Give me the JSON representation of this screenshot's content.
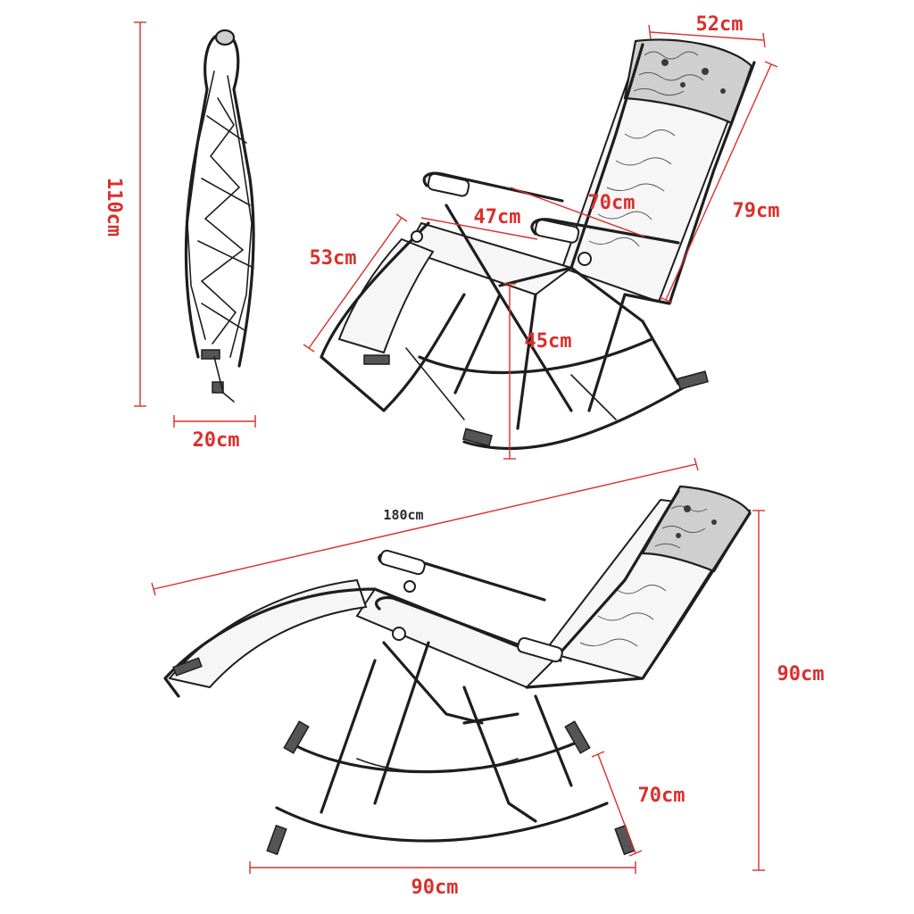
{
  "dimensions": {
    "folded_height": "110cm",
    "folded_depth": "20cm",
    "back_width": "52cm",
    "back_height": "79cm",
    "armrest_length": "70cm",
    "seat_width": "47cm",
    "footrest_length": "53cm",
    "seat_height": "45cm",
    "reclined_length": "180cm",
    "reclined_height": "90cm",
    "base_height": "70cm",
    "base_length": "90cm"
  },
  "colors": {
    "dimension": "#d9302c",
    "frame": "#1e1e1e",
    "fabric": "#f6f6f6",
    "pillow": "#cfcfcf"
  }
}
